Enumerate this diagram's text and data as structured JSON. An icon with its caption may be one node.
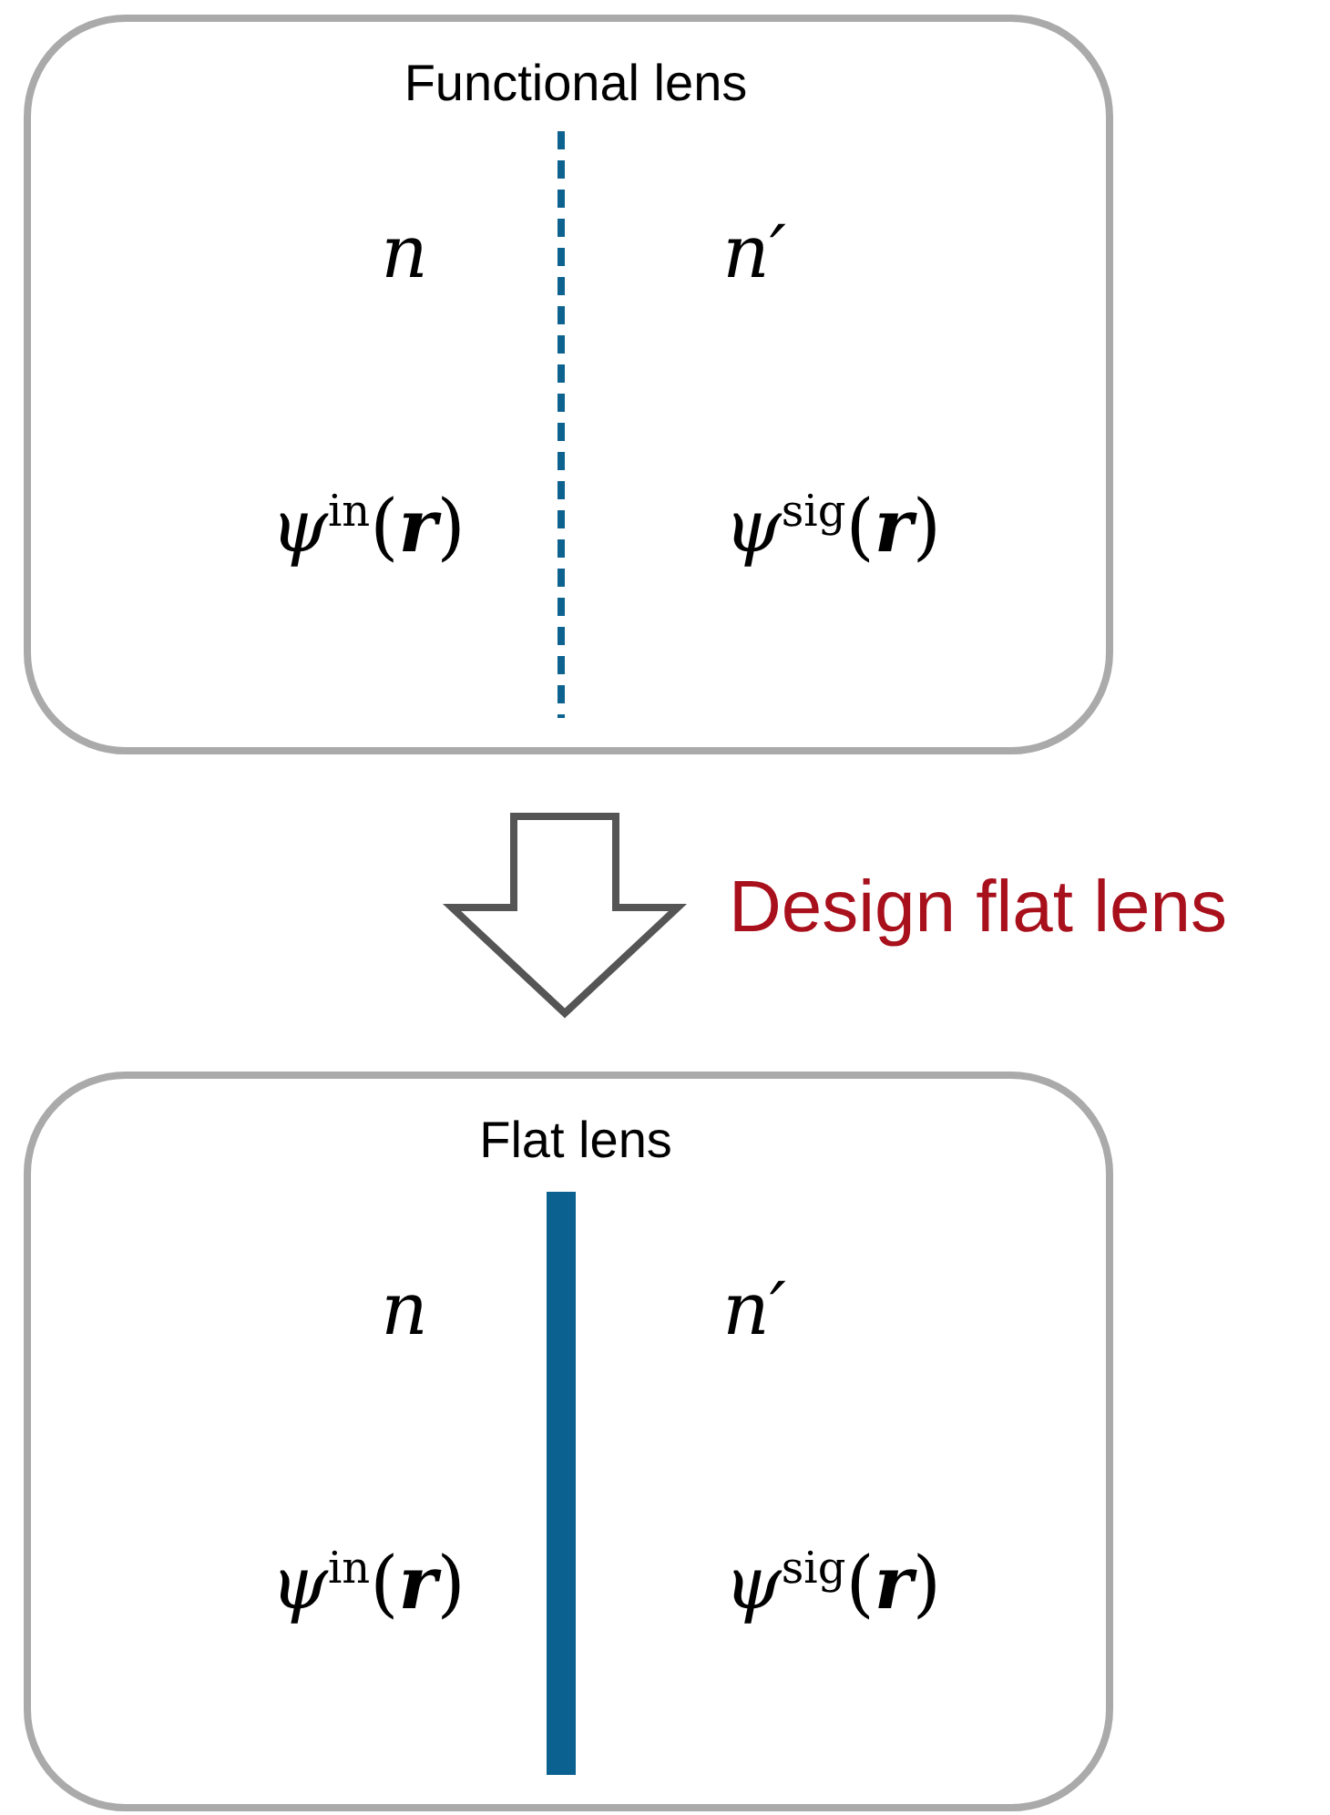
{
  "diagram": {
    "nodes": [
      {
        "text": [
          "Functional lens",
          "n",
          "n′",
          "*ψ*$^{in}$(**r**)",
          "*ψ*$^{sig}$(**r**)"
        ]
      },
      {
        "text": [
          "Flat lens",
          "n",
          "n′",
          "*ψ*$^{in}$(**r**)",
          "*ψ*$^{sig}$(**r**)"
        ]
      },
      {
        "text": [],
        "shape": "bar",
        "in": 1
      }
    ],
    "edges": [
      {
        "from": 0,
        "to": 1,
        "arrow": "to",
        "label": "Design flat lens"
      }
    ]
  }
}
